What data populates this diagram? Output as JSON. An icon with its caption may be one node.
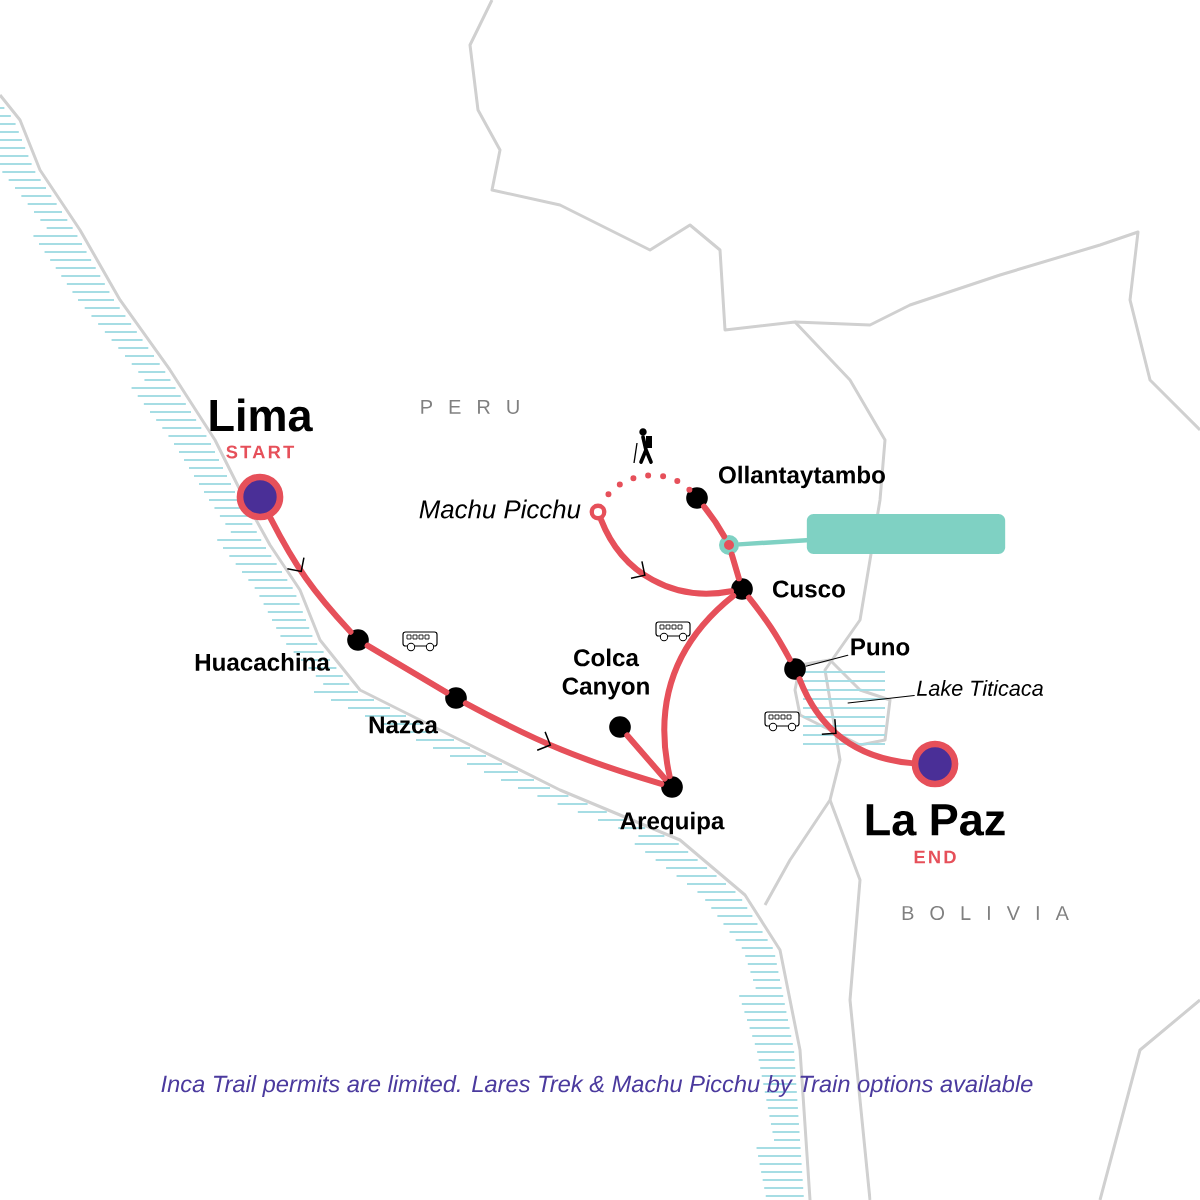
{
  "diagram": {
    "caption": "Inca Trail permits are limited. Lares Trek & Machu Picchu by Train options available",
    "nodes": [
      {
        "text": [],
        "shape": "circle",
        "beside": [
          "Lima",
          "START"
        ]
      },
      {
        "text": [],
        "shape": "circle",
        "beside": [
          "Huacachina"
        ]
      },
      {
        "text": [],
        "shape": "circle",
        "beside": [
          "Nazca"
        ]
      },
      {
        "text": [],
        "shape": "circle",
        "beside": [
          "Arequipa"
        ]
      },
      {
        "text": [],
        "shape": "circle",
        "beside": [
          "Colca Canyon"
        ]
      },
      {
        "text": [],
        "shape": "circle",
        "beside": [
          "Cusco"
        ]
      },
      {
        "text": [],
        "shape": "circle",
        "beside": [
          "Machu Picchu"
        ]
      },
      {
        "text": [],
        "shape": "circle",
        "beside": [
          "Ollantaytambo"
        ]
      },
      {
        "text": [],
        "shape": "circle"
      },
      {
        "text": [],
        "shape": "circle",
        "beside": [
          "La Paz",
          "END"
        ]
      },
      {
        "text": [],
        "shape": "circle"
      },
      {
        "text": [],
        "shape": "box"
      },
      {
        "text": [
          "Lake Titicaca"
        ]
      },
      {
        "text": [
          "Puno"
        ]
      }
    ],
    "edges": [
      {
        "from": 0,
        "to": 1,
        "arrow": "to"
      },
      {
        "from": 1,
        "to": 2,
        "arrow": "none"
      },
      {
        "from": 2,
        "to": 3,
        "arrow": "to"
      },
      {
        "from": 3,
        "to": 4,
        "arrow": "none"
      },
      {
        "from": 3,
        "to": 5,
        "arrow": "none"
      },
      {
        "from": 5,
        "to": 10,
        "arrow": "none"
      },
      {
        "from": 10,
        "to": 7,
        "arrow": "none"
      },
      {
        "from": 7,
        "to": 6,
        "arrow": "none",
        "style": "dashed"
      },
      {
        "from": 6,
        "to": 5,
        "arrow": "to"
      },
      {
        "from": 5,
        "to": 8,
        "arrow": "none"
      },
      {
        "from": 8,
        "to": 9,
        "arrow": "to"
      },
      {
        "from": 10,
        "to": 11,
        "arrow": "none",
        "color": "#7fd1c3"
      },
      {
        "from": 13,
        "to": 8,
        "arrow": "none",
        "color": "#000000"
      },
      {
        "from": 12,
        "to": null,
        "arrow": "none",
        "color": "#000000"
      }
    ],
    "labels": [
      "P E R U",
      "B O L I V I A"
    ]
  }
}
